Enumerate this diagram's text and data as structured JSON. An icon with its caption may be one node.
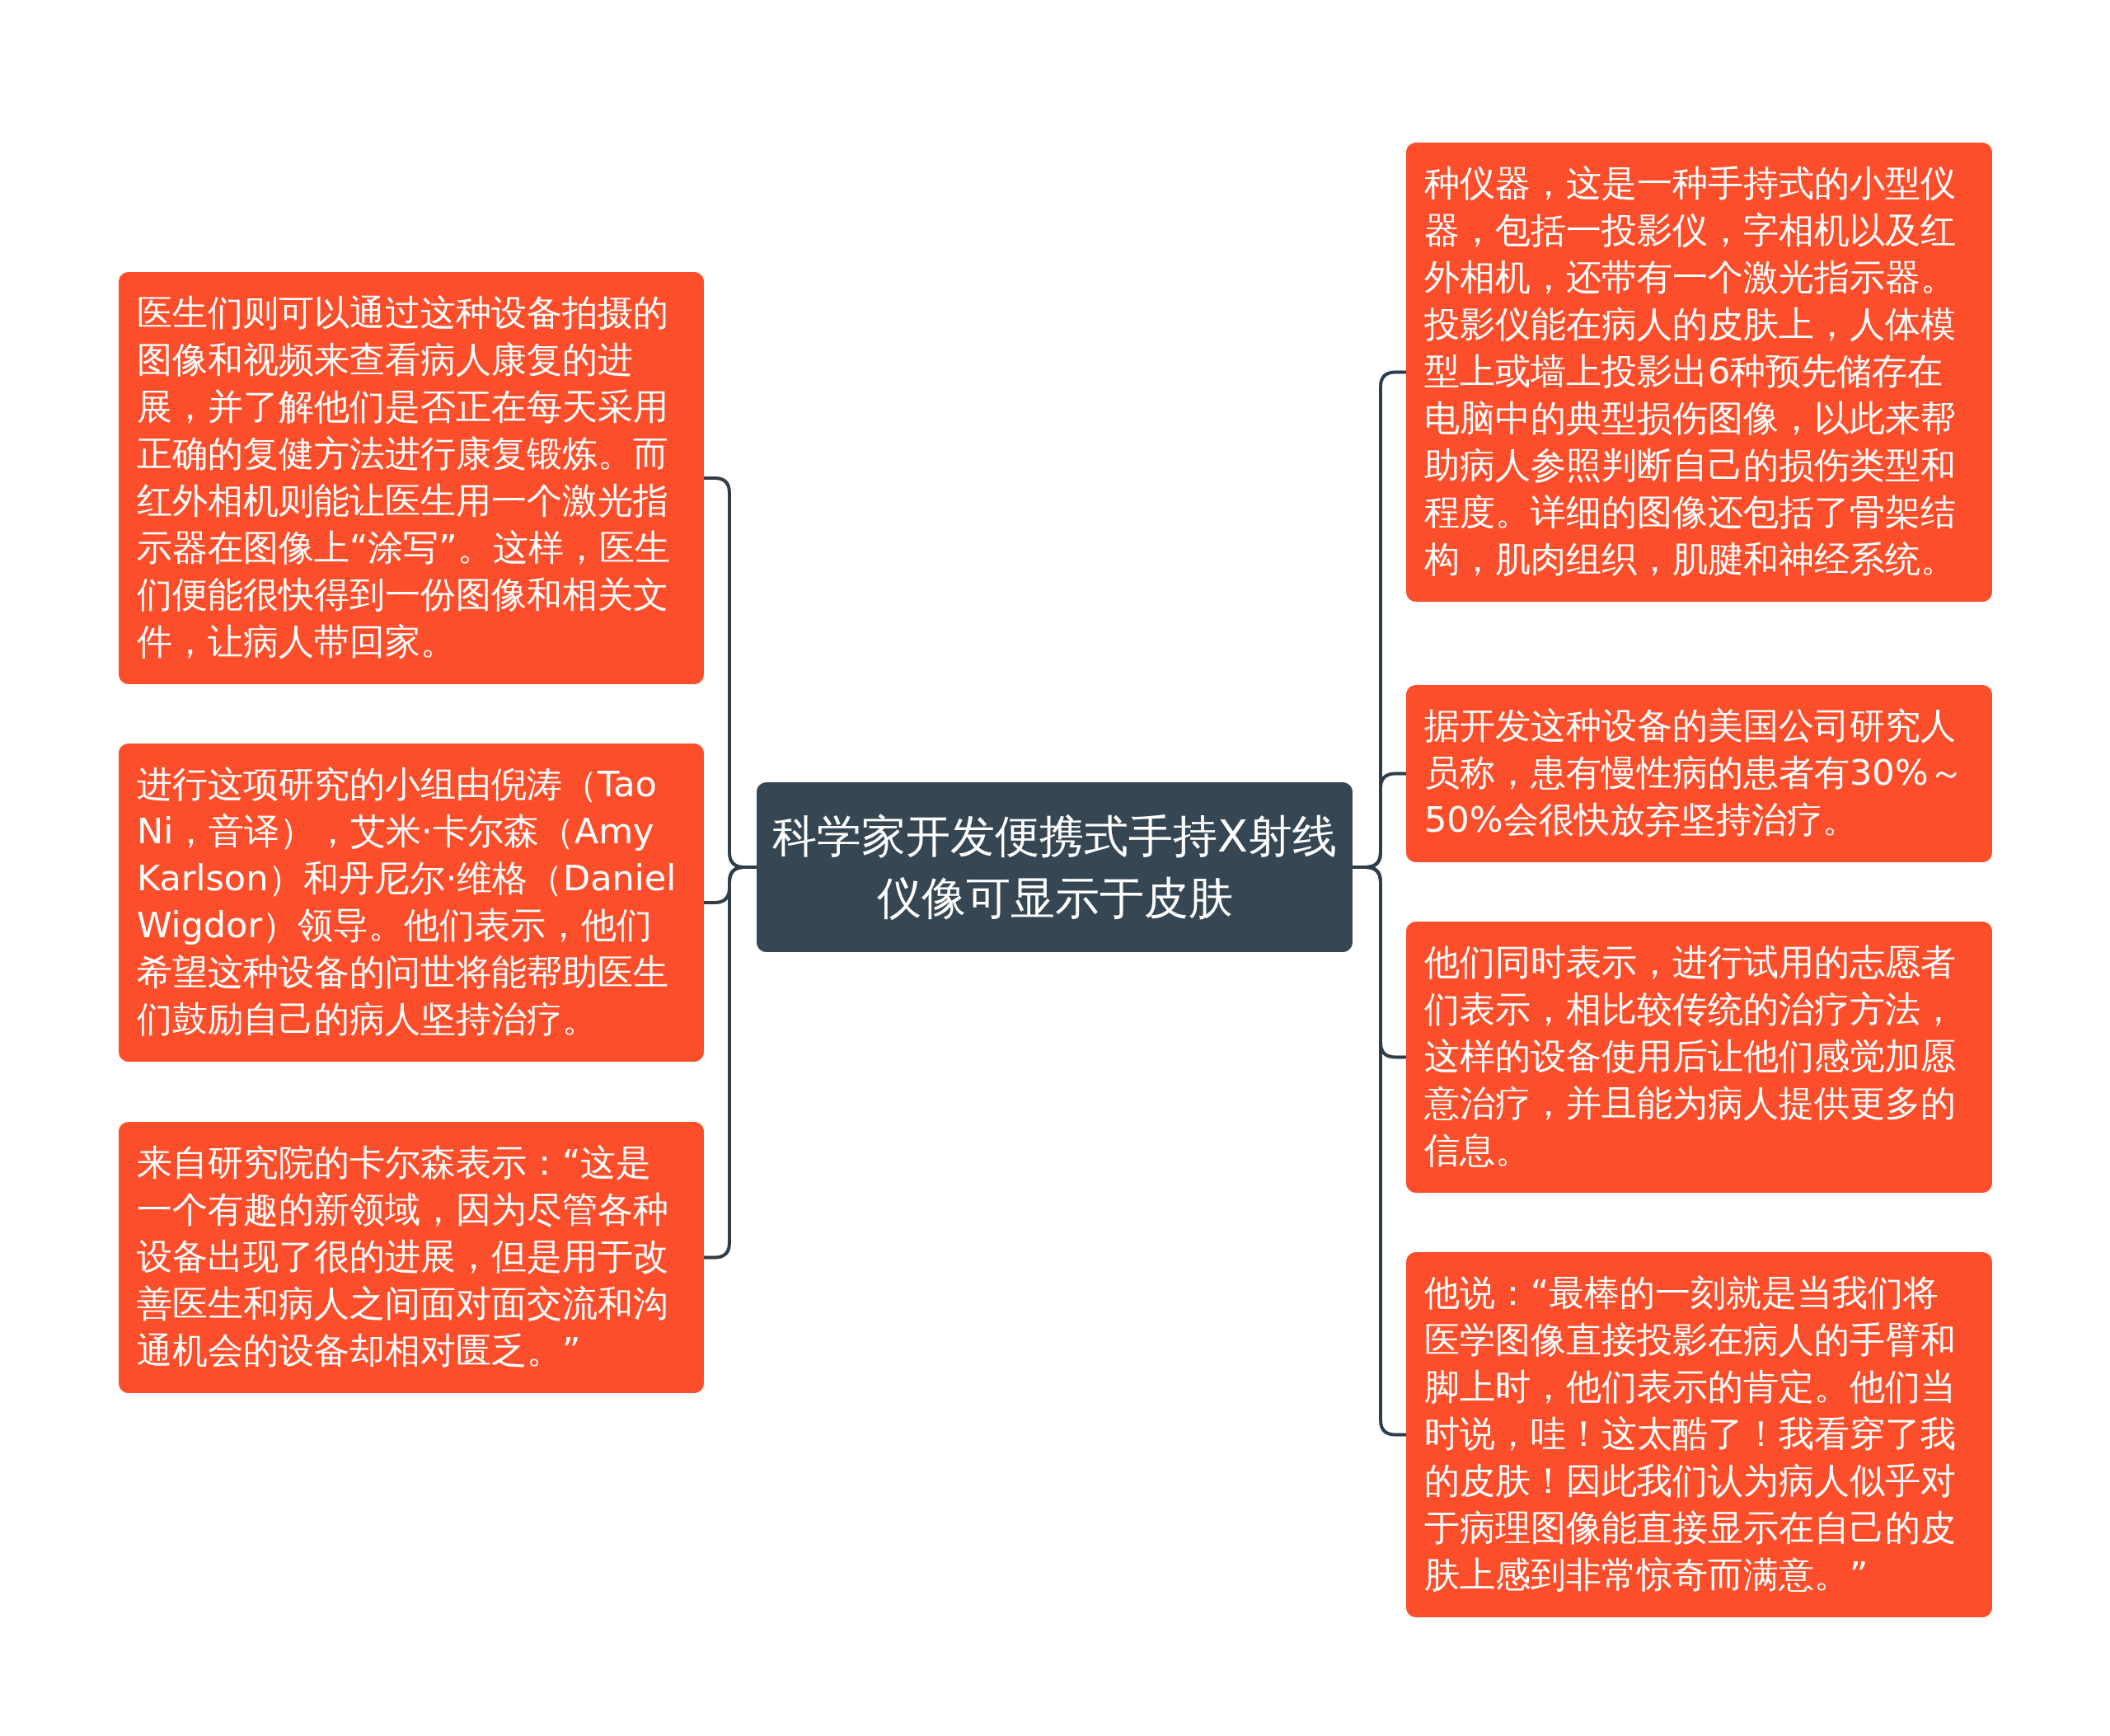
{
  "diagram": {
    "nodes": [
      {
        "text": [
          "科学家开发便携式手持X射线仪像可显示于皮肤"
        ]
      },
      {
        "text": [
          "医生们则可以通过这种设备拍摄的图像和视频来查看病人康复的进展，并了解他们是否正在每天采用正确的复健方法进行康复锻炼。而红外相机则能让医生用一个激光指示器在图像上“涂写”。这样，医生们便能很快得到一份图像和相关文件，让病人带回家。"
        ]
      },
      {
        "text": [
          "进行这项研究的小组由倪涛（Tao Ni，音译），艾米·卡尔森（Amy Karlson）和丹尼尔·维格（Daniel Wigdor）领导。他们表示，他们希望这种设备的问世将能帮助医生们鼓励自己的病人坚持治疗。"
        ]
      },
      {
        "text": [
          "来自研究院的卡尔森表示：“这是一个有趣的新领域，因为尽管各种设备出现了很的进展，但是用于改善医生和病人之间面对面交流和沟通机会的设备却相对匮乏。”"
        ]
      },
      {
        "text": [
          "种仪器，这是一种手持式的小型仪器，包括一投影仪，字相机以及红外相机，还带有一个激光指示器。投影仪能在病人的皮肤上，人体模型上或墙上投影出6种预先储存在电脑中的典型损伤图像，以此来帮助病人参照判断自己的损伤类型和程度。详细的图像还包括了骨架结构，肌肉组织，肌腱和神经系统。"
        ]
      },
      {
        "text": [
          "据开发这种设备的美国公司研究人员称，患有慢性病的患者有30%～50%会很快放弃坚持治疗。"
        ]
      },
      {
        "text": [
          "他们同时表示，进行试用的志愿者们表示，相比较传统的治疗方法，这样的设备使用后让他们感觉加愿意治疗，并且能为病人提供更多的信息。"
        ]
      },
      {
        "text": [
          "他说：“最棒的一刻就是当我们将医学图像直接投影在病人的手臂和脚上时，他们表示的肯定。他们当时说，哇！这太酷了！我看穿了我的皮肤！因此我们认为病人似乎对于病理图像能直接显示在自己的皮肤上感到非常惊奇而满意。”"
        ]
      }
    ],
    "edges": [
      {
        "from": 0,
        "to": 1,
        "arrow": "none"
      },
      {
        "from": 0,
        "to": 2,
        "arrow": "none"
      },
      {
        "from": 0,
        "to": 3,
        "arrow": "none"
      },
      {
        "from": 0,
        "to": 4,
        "arrow": "none"
      },
      {
        "from": 0,
        "to": 5,
        "arrow": "none"
      },
      {
        "from": 0,
        "to": 6,
        "arrow": "none"
      },
      {
        "from": 0,
        "to": 7,
        "arrow": "none"
      }
    ]
  }
}
